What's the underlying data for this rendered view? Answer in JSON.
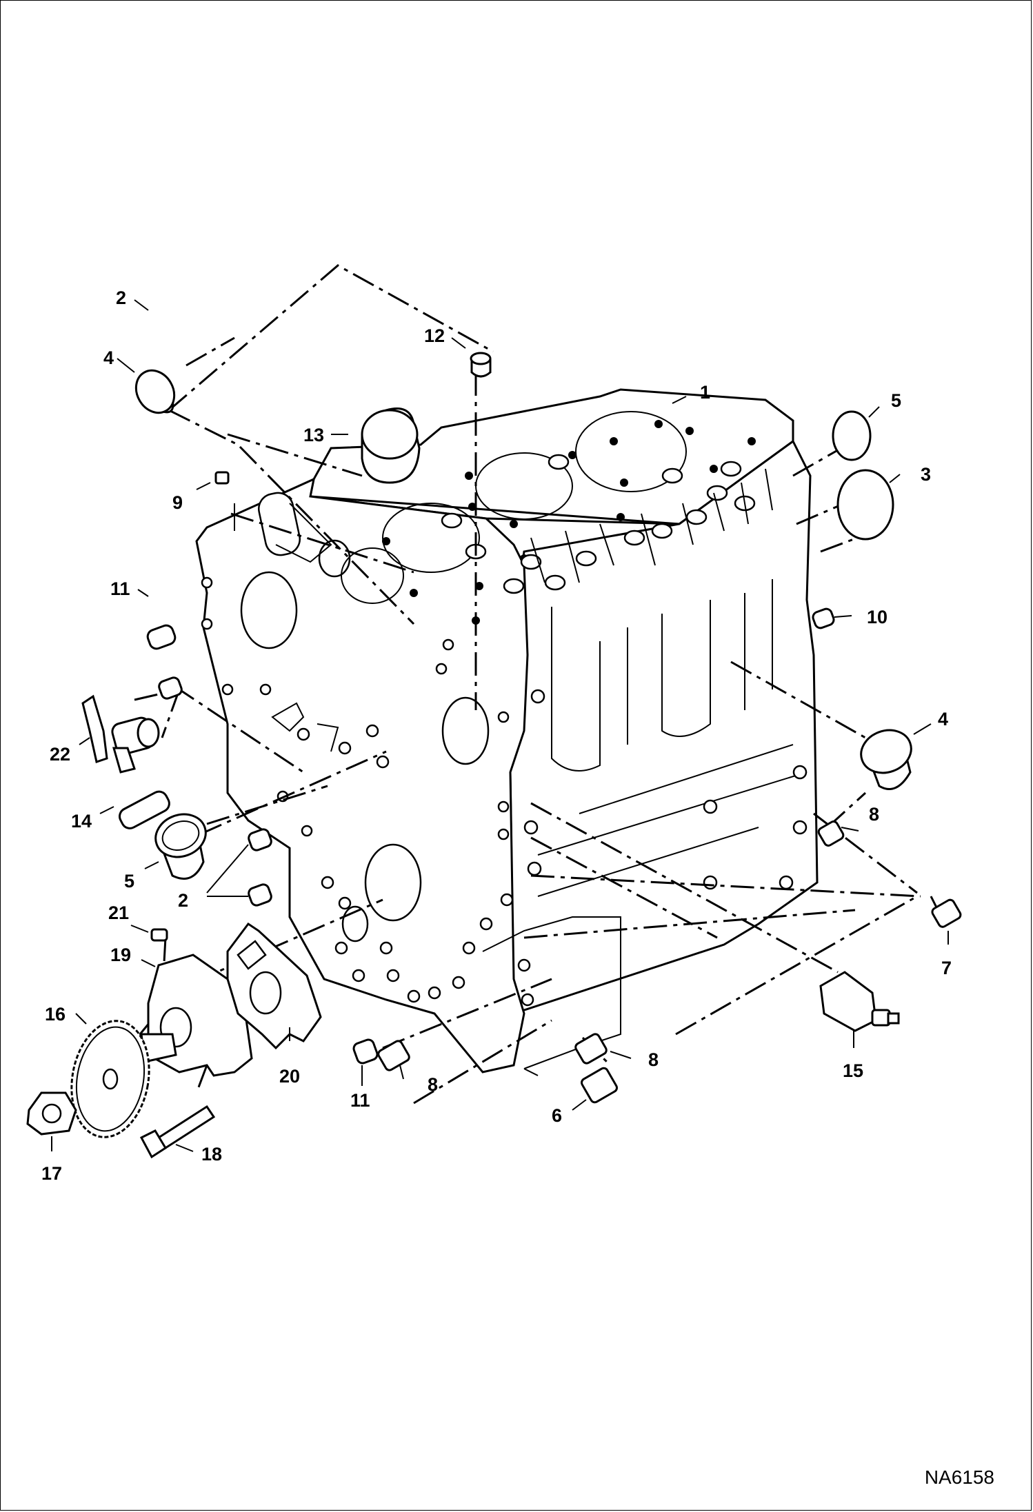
{
  "figure_code": "NA6158",
  "callouts": {
    "c1": "1",
    "c2a": "2",
    "c2b": "2",
    "c3": "3",
    "c4a": "4",
    "c4b": "4",
    "c5a": "5",
    "c5b": "5",
    "c6": "6",
    "c7": "7",
    "c8a": "8",
    "c8b": "8",
    "c8c": "8",
    "c9": "9",
    "c10": "10",
    "c11a": "11",
    "c11b": "11",
    "c12": "12",
    "c13": "13",
    "c14": "14",
    "c15": "15",
    "c16": "16",
    "c17": "17",
    "c18": "18",
    "c19": "19",
    "c20": "20",
    "c21": "21",
    "c22": "22"
  }
}
